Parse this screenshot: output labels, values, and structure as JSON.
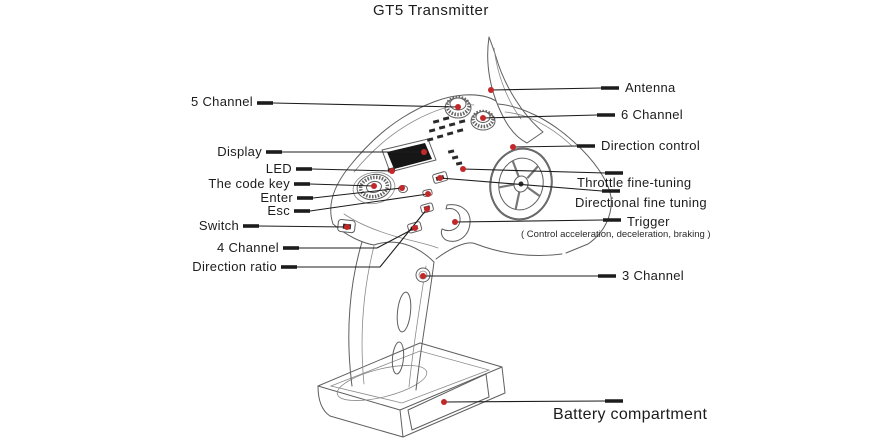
{
  "title": "GT5 Transmitter",
  "labels": {
    "ch5": "5 Channel",
    "display": "Display",
    "led": "LED",
    "code_key": "The code key",
    "enter": "Enter",
    "esc": "Esc",
    "switch": "Switch",
    "ch4": "4 Channel",
    "direction_ratio": "Direction ratio",
    "antenna": "Antenna",
    "ch6": "6 Channel",
    "direction_control": "Direction control",
    "throttle_fine_tuning": "Throttle fine-tuning",
    "directional_fine_tuning": "Directional fine tuning",
    "trigger": "Trigger",
    "trigger_note": "( Control acceleration, deceleration, braking )",
    "ch3": "3 Channel",
    "battery_compartment": "Battery compartment"
  },
  "colors": {
    "background": "#ffffff",
    "artwork_line": "#5f5f5f",
    "leader_line": "#1c1c1c",
    "callout_dot": "#c2282a",
    "display_fill": "#161616",
    "text": "#1c1c1c"
  }
}
